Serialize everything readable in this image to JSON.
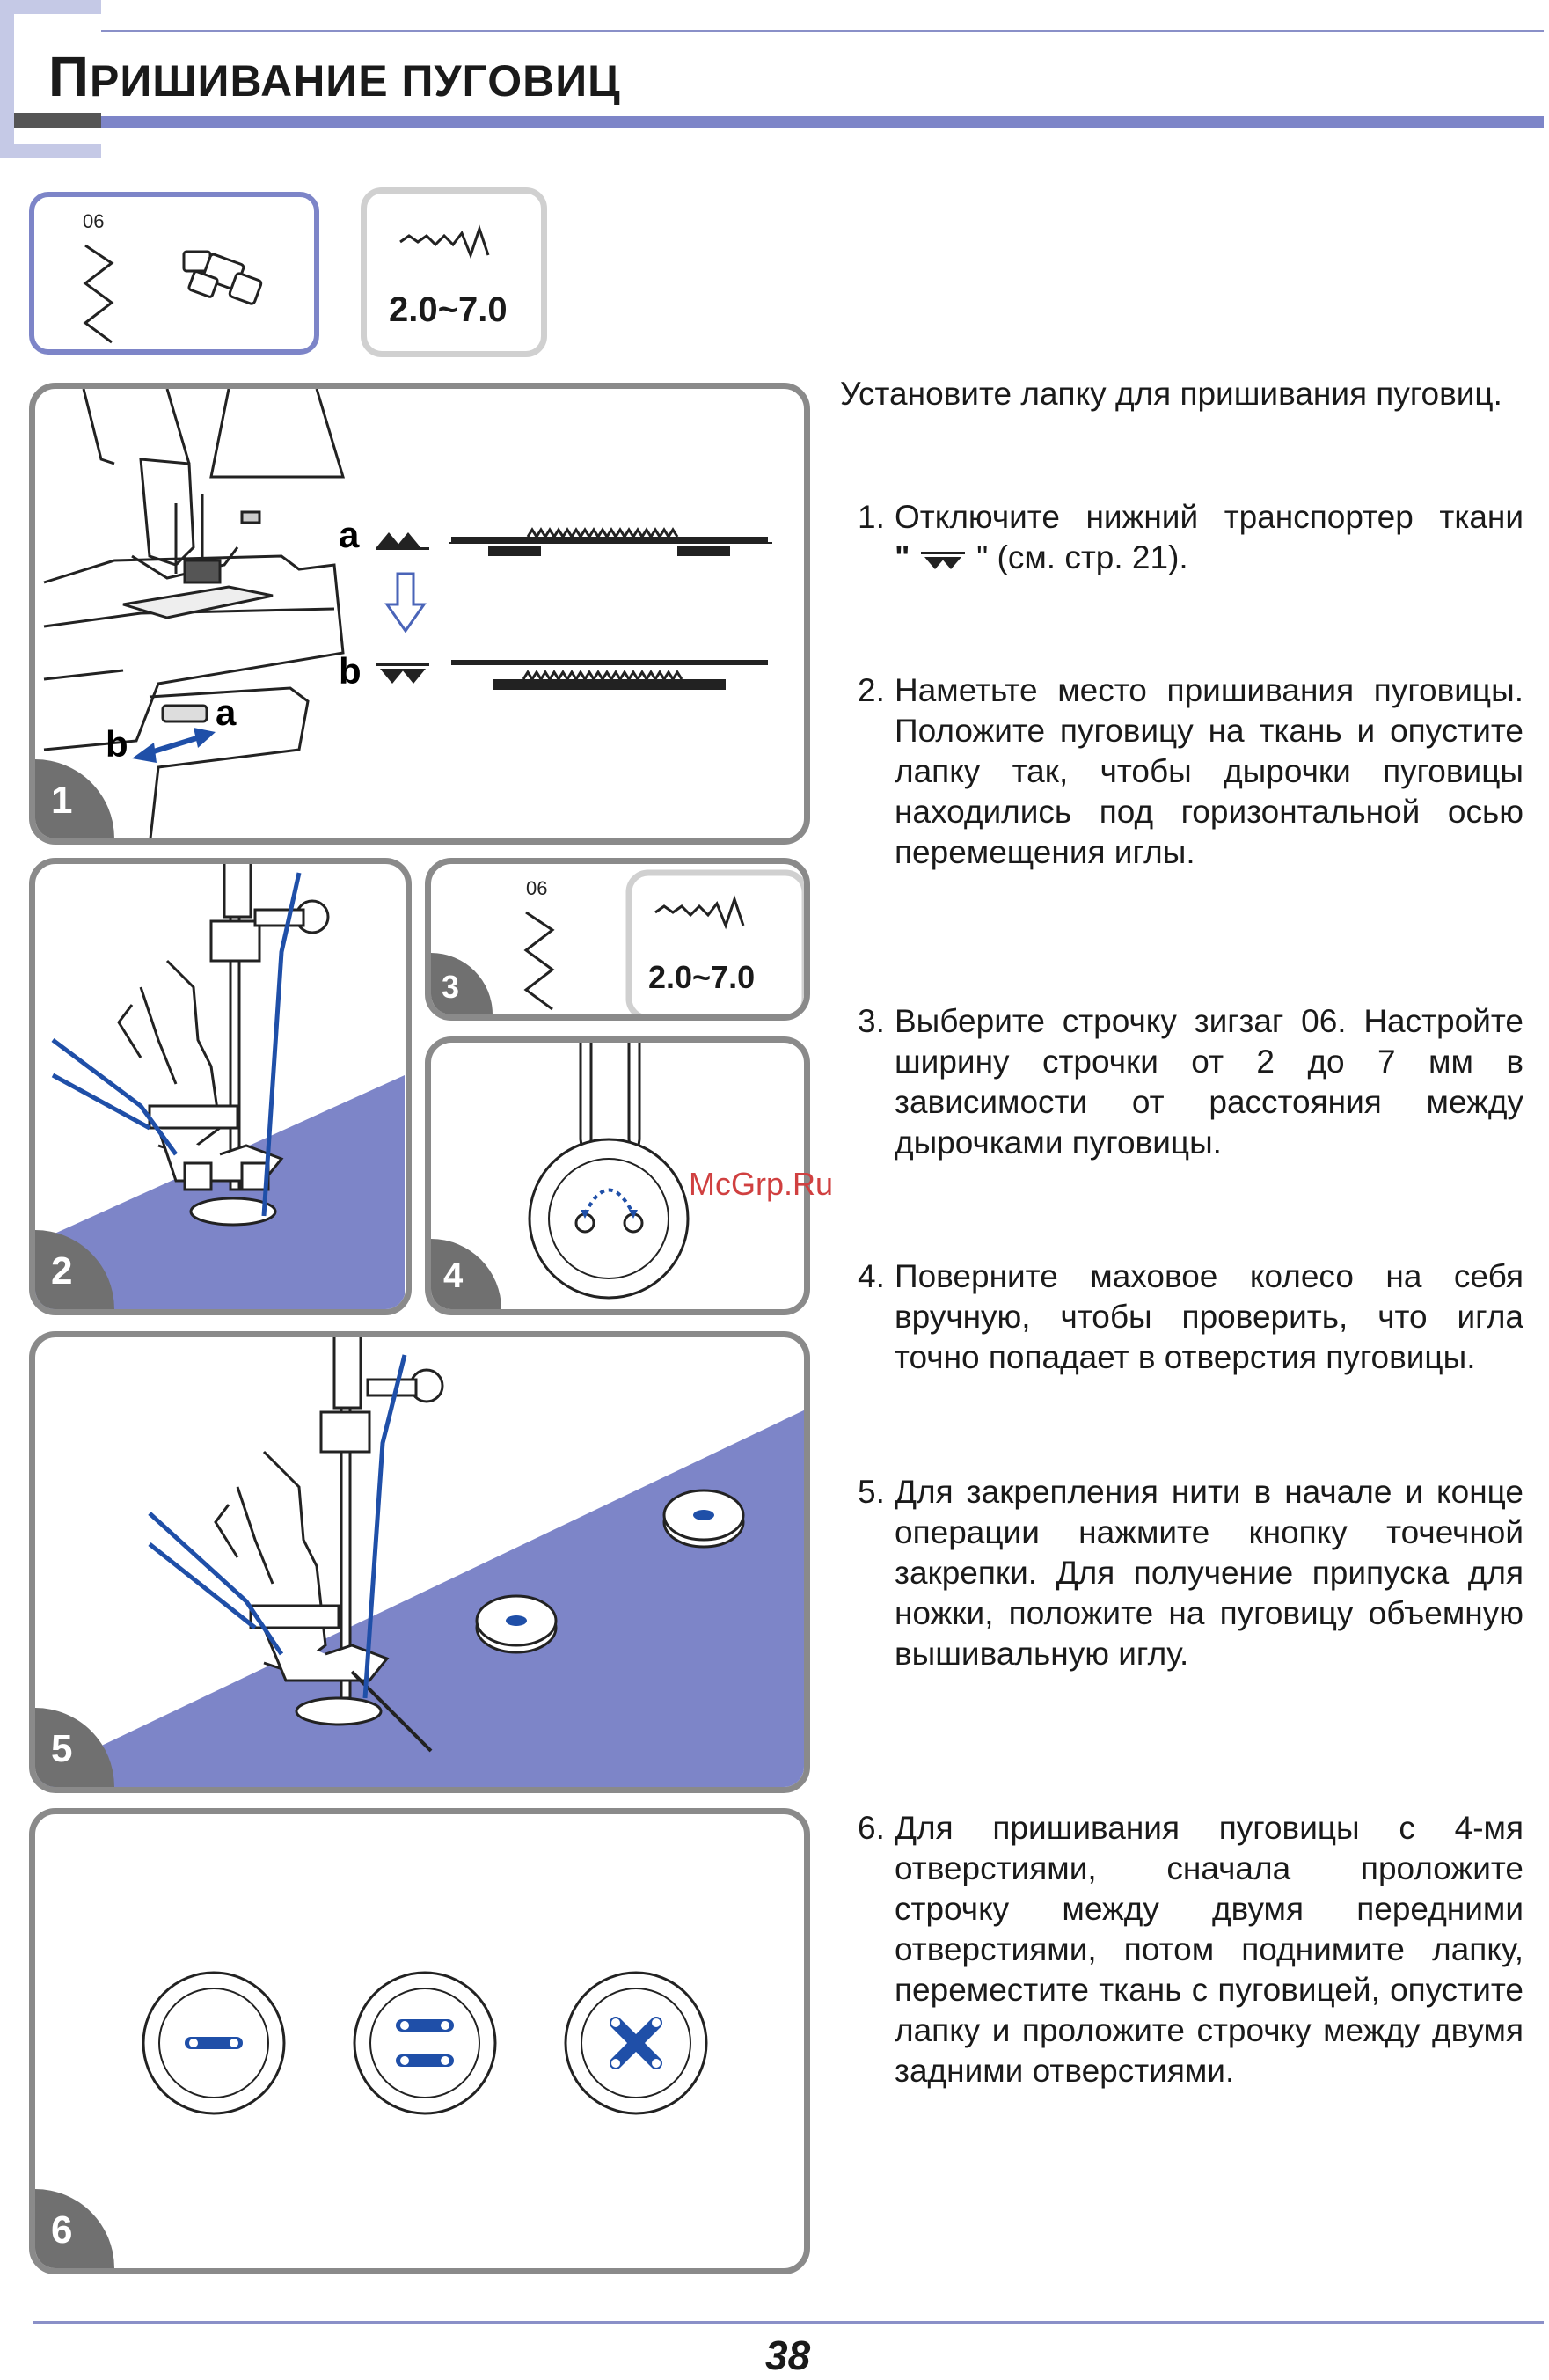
{
  "page": {
    "title": "ПРИШИВАНИЕ ПУГОВИЦ",
    "title_first": "П",
    "title_rest": "РИШИВАНИЕ ПУГОВИЦ",
    "page_number": "38",
    "watermark": "McGrp.Ru"
  },
  "settings": {
    "stitch_number": "06",
    "width_range": "2.0~7.0"
  },
  "panels": {
    "p1": {
      "badge": "1",
      "label_a": "a",
      "label_b": "b",
      "label_a2": "a",
      "label_b2": "b"
    },
    "p2": {
      "badge": "2"
    },
    "p3": {
      "badge": "3",
      "stitch_number": "06",
      "width_range": "2.0~7.0"
    },
    "p4": {
      "badge": "4"
    },
    "p5": {
      "badge": "5"
    },
    "p6": {
      "badge": "6"
    }
  },
  "instructions": {
    "intro": "Установите лапку для пришивания пуговиц.",
    "steps": [
      {
        "num": "1.",
        "text": "Отключите нижний транспортер ткани",
        "text2": "\" ",
        "text3": " \" (см. стр. 21)."
      },
      {
        "num": "2.",
        "text": "Наметьте место пришивания пуговицы. Положите пуговицу на ткань и опустите лапку так, чтобы дырочки пуговицы находились под горизонтальной осью перемещения иглы."
      },
      {
        "num": "3.",
        "text": "Выберите строчку зигзаг 06. Настройте ширину строчки от 2 до 7 мм в зависимости от расстояния между дырочками пуговицы."
      },
      {
        "num": "4.",
        "text": "Поверните маховое колесо на себя вручную, чтобы проверить, что игла точно попадает в отверстия пуговицы."
      },
      {
        "num": "5.",
        "text": "Для закрепления нити в начале и конце операции нажмите кнопку точечной закрепки. Для получение припуска для ножки, положите на пуговицу объемную вышивальную иглу."
      },
      {
        "num": "6.",
        "text": "Для пришивания пуговицы с 4-мя отверстиями, сначала проложите строчку между двумя передними отверстиями, потом поднимите лапку, переместите ткань с пуговицей, опустите лапку и проложите строчку между двумя задними отверстиями."
      }
    ]
  },
  "colors": {
    "accent_blue": "#7d85c8",
    "thread_blue": "#1f4fa8",
    "panel_border": "#8a8a8a",
    "badge_gray": "#707070"
  }
}
